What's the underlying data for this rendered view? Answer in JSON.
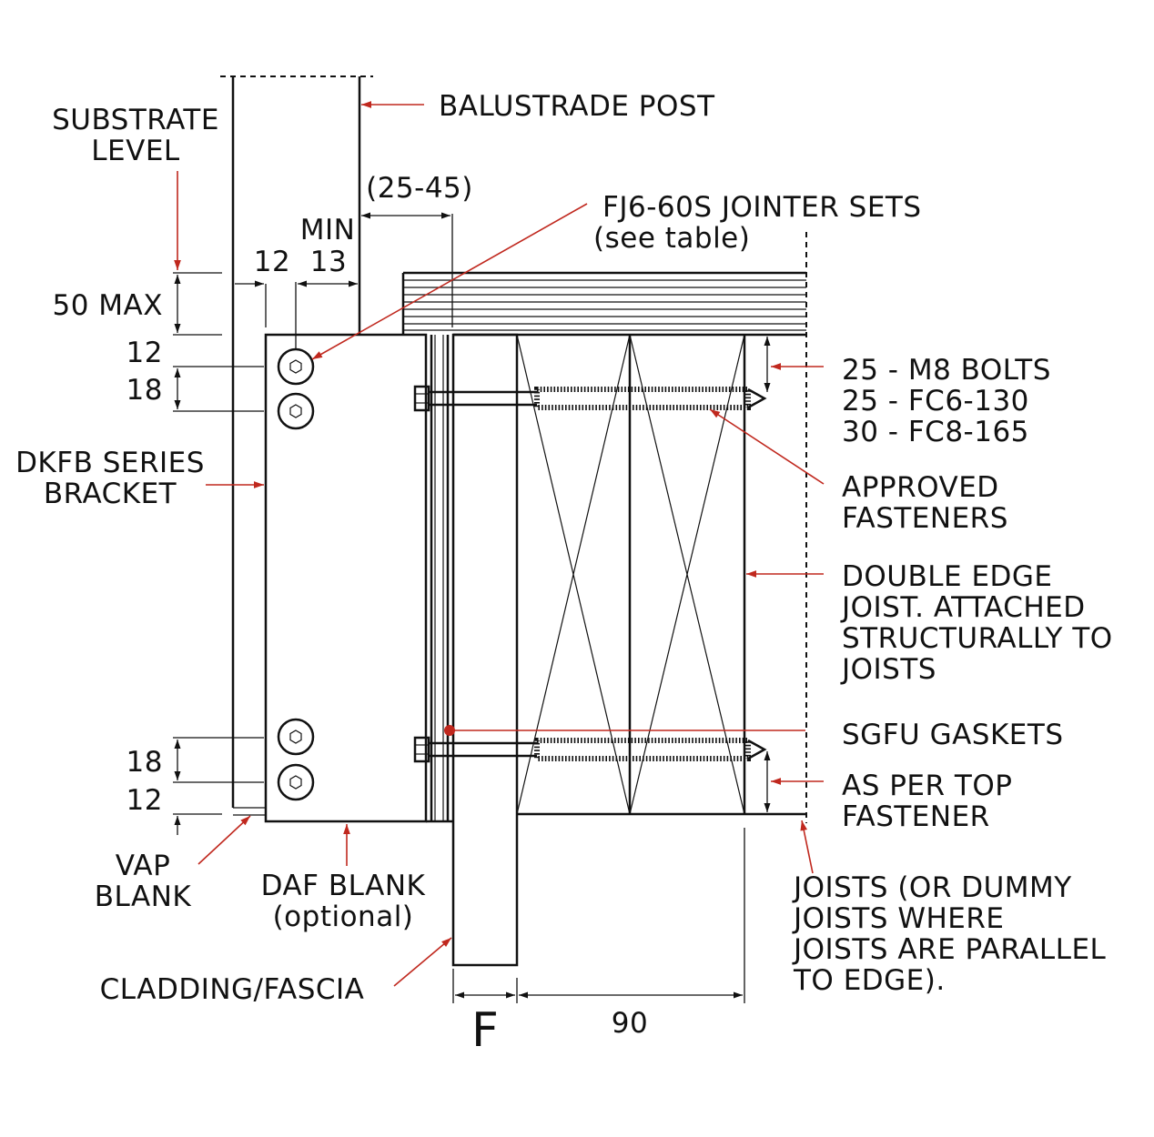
{
  "labels": {
    "balustrade_post": "BALUSTRADE POST",
    "substrate_level_1": "SUBSTRATE",
    "substrate_level_2": "LEVEL",
    "gap_range": "(25-45)",
    "min": "MIN",
    "jointer_sets_1": "FJ6-60S JOINTER SETS",
    "jointer_sets_2": "(see table)",
    "dim_12_top": "12",
    "dim_13": "13",
    "dim_50_max": "50 MAX",
    "dim_12_left": "12",
    "dim_18_upper": "18",
    "dim_18_lower": "18",
    "dim_12_lower": "12",
    "bolts_1": "25 - M8 BOLTS",
    "bolts_2": "25 - FC6-130",
    "bolts_3": "30 - FC8-165",
    "approved_fasteners_1": "APPROVED",
    "approved_fasteners_2": "FASTENERS",
    "bracket_1": "DKFB SERIES",
    "bracket_2": "BRACKET",
    "double_edge_1": "DOUBLE EDGE",
    "double_edge_2": "JOIST. ATTACHED",
    "double_edge_3": "STRUCTURALLY TO",
    "double_edge_4": "JOISTS",
    "gaskets": "SGFU GASKETS",
    "as_per_top_1": "AS PER TOP",
    "as_per_top_2": "FASTENER",
    "vap_blank_1": "VAP",
    "vap_blank_2": "BLANK",
    "daf_blank_1": "DAF BLANK",
    "daf_blank_2": "(optional)",
    "joists_1": "JOISTS (OR DUMMY",
    "joists_2": "JOISTS WHERE",
    "joists_3": "JOISTS ARE PARALLEL",
    "joists_4": "TO EDGE).",
    "cladding": "CLADDING/FASCIA",
    "dim_f": "F",
    "dim_90": "90"
  },
  "colors": {
    "line": "#111111",
    "leader": "#c0281e",
    "background": "#ffffff"
  }
}
